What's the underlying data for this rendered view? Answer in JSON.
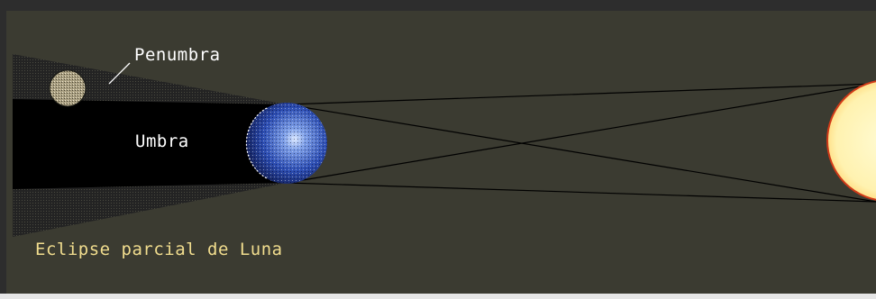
{
  "labels": {
    "penumbra": "Penumbra",
    "umbra": "Umbra",
    "caption": "Eclipse parcial de Luna"
  },
  "colors": {
    "frame_dark": "#2d2d2d",
    "frame_light": "#e6e6e6",
    "background": "#3b3b31",
    "umbra": "#000000",
    "penumbra": "#262626",
    "rays": "#000000",
    "earth_blue": "#2a4fb8",
    "moon": "#b9ad8e",
    "sun_fill": "#fff6b8",
    "sun_rim": "#d03a18",
    "caption": "#f1dd8e",
    "label": "#ffffff"
  },
  "icons": [
    "moon-icon",
    "earth-icon",
    "sun-icon"
  ]
}
